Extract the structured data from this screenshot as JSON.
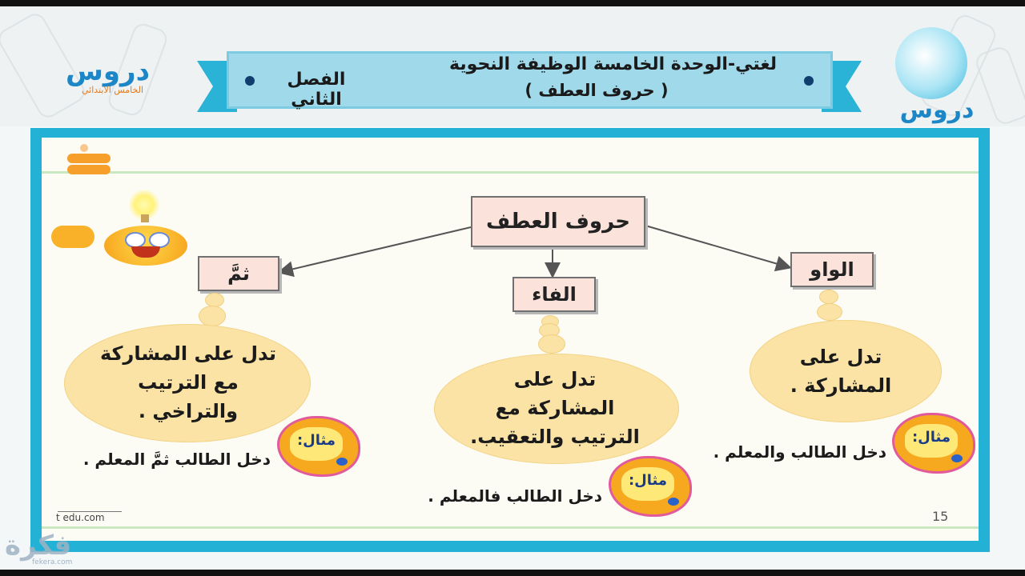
{
  "header": {
    "title": "لغتي-الوحدة الخامسة الوظيفة النحوية",
    "subtitle": "( حروف العطف )",
    "semester": "الفصل الثاني",
    "logo_left_text": "دروس",
    "logo_left_subtitle": "الخامس الابتدائي",
    "logo_right_text": "دروس"
  },
  "diagram": {
    "root": "حروف العطف",
    "branches": [
      {
        "label": "الواو",
        "meaning_lines": [
          "تدل على",
          "المشاركة ."
        ],
        "example_badge": "مثال:",
        "example": "دخل الطالب والمعلم ."
      },
      {
        "label": "الفاء",
        "meaning_lines": [
          "تدل على",
          "المشاركة مع",
          "الترتيب والتعقيب."
        ],
        "example_badge": "مثال:",
        "example": "دخل الطالب فالمعلم ."
      },
      {
        "label": "ثمَّ",
        "meaning_lines": [
          "تدل على المشاركة",
          "مع الترتيب",
          "والتراخي ."
        ],
        "example_badge": "مثال:",
        "example": "دخل الطالب ثمَّ المعلم ."
      }
    ]
  },
  "footer": {
    "page_number": "15",
    "site": "t edu.com",
    "watermark": "فكرة",
    "watermark_site": "fekera.com"
  },
  "colors": {
    "frame": "#23b2d6",
    "banner": "#9fd9ea",
    "box_fill": "#fbe3dc",
    "cloud_fill": "#fbe3a5",
    "badge_fill": "#f6a81f"
  }
}
